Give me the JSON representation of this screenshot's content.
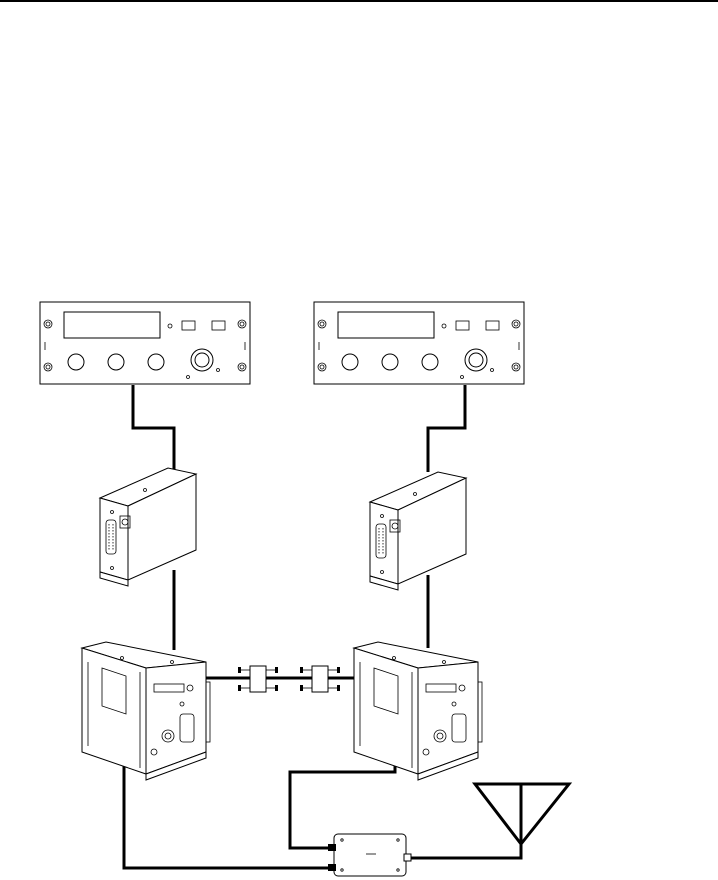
{
  "page": {
    "background": "#ffffff",
    "line_color": "#000000"
  },
  "components": {
    "control_heads": [
      {
        "name": "control-head-left"
      },
      {
        "name": "control-head-right"
      }
    ],
    "remote_units": [
      {
        "name": "remote-unit-left"
      },
      {
        "name": "remote-unit-right"
      }
    ],
    "transceivers": [
      {
        "name": "transceiver-left"
      },
      {
        "name": "transceiver-right"
      }
    ],
    "couplers": [
      {
        "name": "cable-coupler-left"
      },
      {
        "name": "cable-coupler-right"
      }
    ],
    "splitter": {
      "name": "antenna-splitter"
    },
    "antenna": {
      "name": "antenna"
    }
  }
}
